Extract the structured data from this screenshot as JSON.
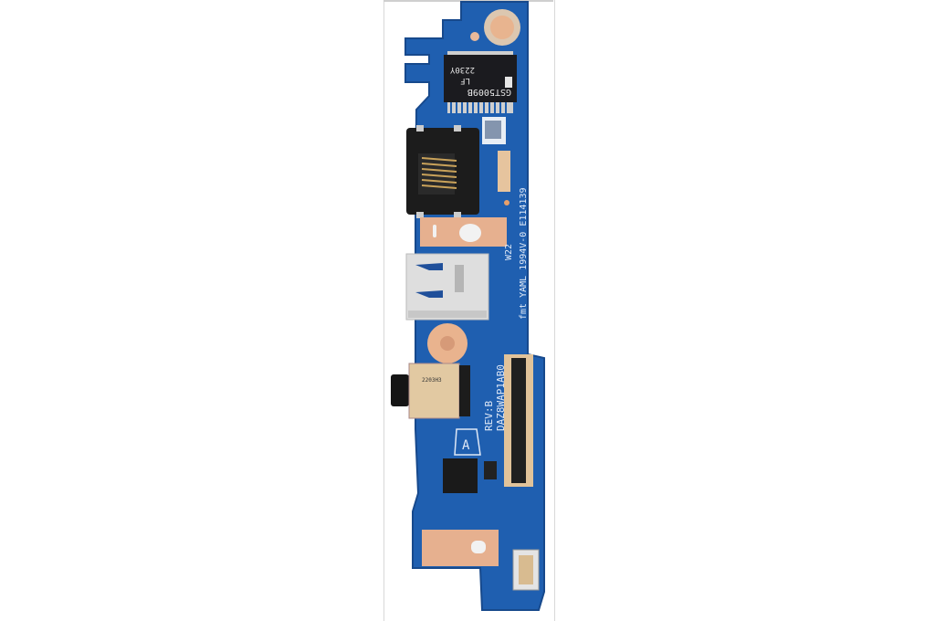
{
  "board": {
    "ic_marking": [
      "GST5009B",
      "LF",
      "2230Y"
    ],
    "model_code": "DAZ8WAP1AB0",
    "revision": "REV:B",
    "ul_marking": "fmt YAML 1994V-0 E114139",
    "date_code": "W22",
    "jack_label": "2203H3",
    "logo_letter": "A"
  },
  "colors": {
    "pcb": "#1f5fb0",
    "pcb_edge": "#17498c",
    "copper": "#e6b08f",
    "connector_black": "#1a1a1a",
    "metal": "#d9d9d9"
  }
}
